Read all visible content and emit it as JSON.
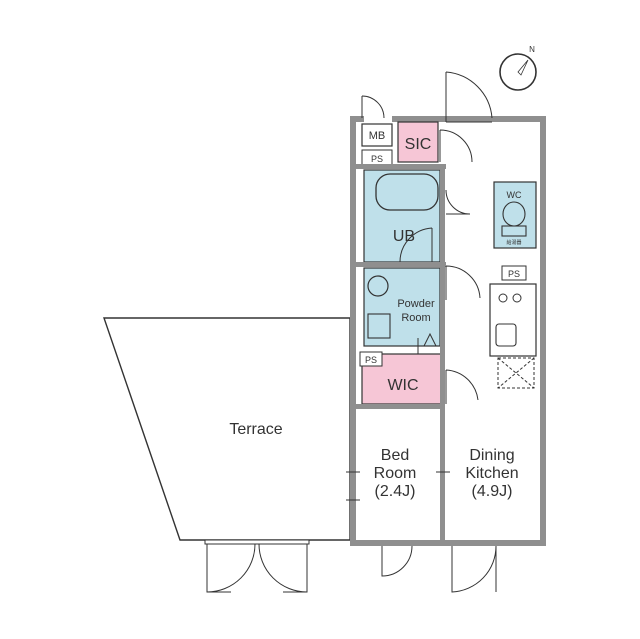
{
  "compass": {
    "north_label": "N",
    "icon": "north-arrow-icon"
  },
  "rooms": {
    "terrace": "Terrace",
    "bedroom_line1": "Bed",
    "bedroom_line2": "Room",
    "bedroom_size": "(2.4J)",
    "dining_line1": "Dining",
    "dining_line2": "Kitchen",
    "dining_size": "(4.9J)",
    "wic": "WIC",
    "sic": "SIC",
    "ub": "UB",
    "powder_line1": "Powder",
    "powder_line2": "Room",
    "wc": "WC",
    "wc_note": "給湯器",
    "mb": "MB",
    "ps": "PS"
  },
  "colors": {
    "wet_area": "#bfe0ea",
    "storage": "#f6c6d6",
    "wall": "#8f8f8f",
    "line": "#333333"
  }
}
